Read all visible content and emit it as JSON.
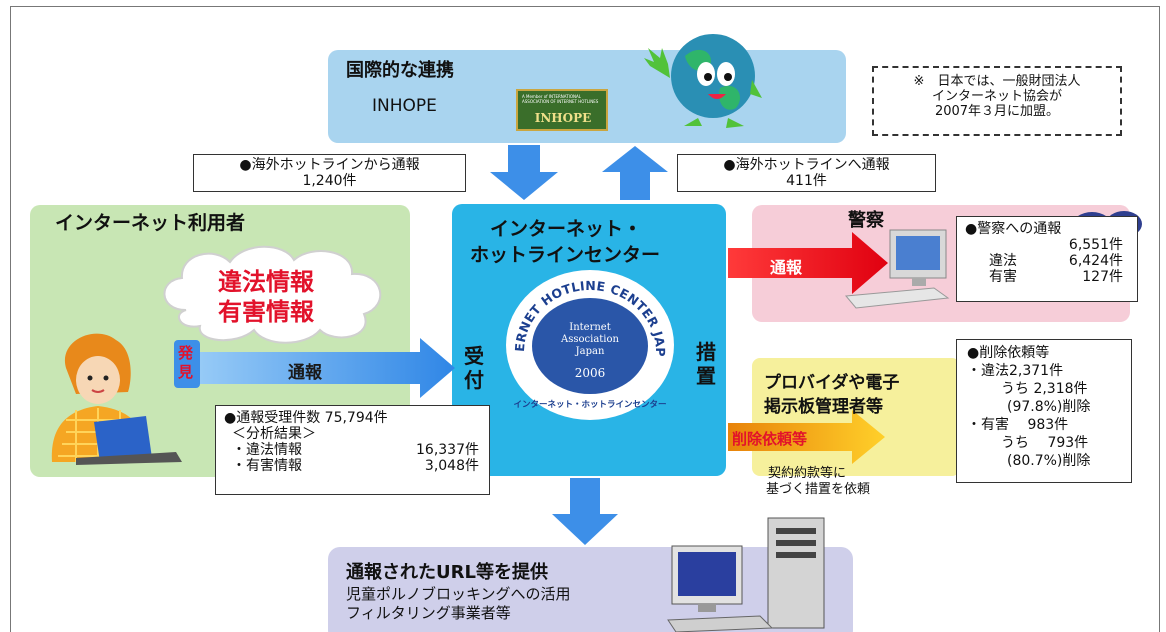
{
  "inhope": {
    "title": "国際的な連携",
    "name": "INHOPE",
    "logo_small": "A Member of INTERNATIONAL ASSOCIATION OF INTERNET HOTLINES",
    "logo_text": "INHOPE"
  },
  "note": {
    "symbol": "※",
    "line1": "日本では、一般財団法人",
    "line2": "インターネット協会が",
    "line3": "2007年３月に加盟。"
  },
  "overseas_from": {
    "line1": "●海外ホットラインから通報",
    "line2": "1,240件"
  },
  "overseas_to": {
    "line1": "●海外ホットラインへ通報",
    "line2": "411件"
  },
  "users": {
    "title": "インターネット利用者",
    "cloud_line1": "違法情報",
    "cloud_line2": "有害情報",
    "discover_1": "発",
    "discover_2": "見",
    "report_label": "通報"
  },
  "center": {
    "title_line1": "インターネット・",
    "title_line2": "ホットラインセンター",
    "receive_1": "受",
    "receive_2": "付",
    "measure_1": "措",
    "measure_2": "置",
    "seal_outer": "INTERNET HOTLINE CENTER JAPAN",
    "seal_inner_1": "Internet",
    "seal_inner_2": "Association",
    "seal_inner_3": "Japan",
    "seal_year": "2006",
    "seal_bottom": "インターネット・ホットラインセンター"
  },
  "stats": {
    "line1": "●通報受理件数 75,794件",
    "line2": "＜分析結果＞",
    "row1_label": "・違法情報",
    "row1_value": "16,337件",
    "row2_label": "・有害情報",
    "row2_value": "3,048件"
  },
  "police": {
    "title": "警察",
    "arrow_label": "通報",
    "box_title": "●警察への通報",
    "total": "6,551件",
    "illegal_label": "違法",
    "illegal_value": "6,424件",
    "harmful_label": "有害",
    "harmful_value": "127件"
  },
  "provider": {
    "title_line1": "プロバイダや電子",
    "title_line2": "掲示板管理者等",
    "arrow_label": "削除依頼等",
    "sub_line1": "契約約款等に",
    "sub_line2": "基づく措置を依頼"
  },
  "deletion": {
    "title": "●削除依頼等",
    "l1": "・違法2,371件",
    "l2": "うち 2,318件",
    "l3": "(97.8%)削除",
    "l4": "・有害　 983件",
    "l5": "うち　 793件",
    "l6": "(80.7%)削除"
  },
  "provide": {
    "title": "通報されたURL等を提供",
    "line1": "児童ポルノブロッキングへの活用",
    "line2": "フィルタリング事業者等"
  },
  "colors": {
    "arrow_blue": "#3d8fe8",
    "arrow_red": "#e8101c",
    "arrow_orange": "#f3a10c",
    "center_blue": "#29b4e6"
  }
}
